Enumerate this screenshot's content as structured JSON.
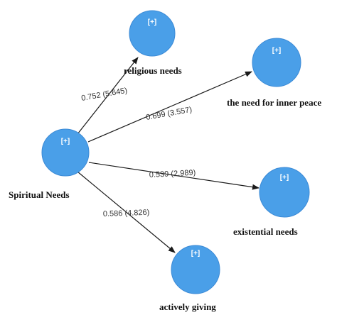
{
  "diagram": {
    "colors": {
      "node_fill": "#4a9fe8",
      "node_stroke": "#3b8ad6",
      "edge": "#1a1a1a",
      "label": "#111111",
      "coef": "#333333"
    },
    "nodes": {
      "spiritual": {
        "label": "Spiritual Needs",
        "expand": "[+]"
      },
      "religious": {
        "label": "religious needs",
        "expand": "[+]"
      },
      "inner_peace": {
        "label": "the need for inner peace",
        "expand": "[+]"
      },
      "existential": {
        "label": "existential needs",
        "expand": "[+]"
      },
      "giving": {
        "label": "actively giving",
        "expand": "[+]"
      }
    },
    "edges": [
      {
        "from": "spiritual",
        "to": "religious",
        "label": "0.752 (5.645)"
      },
      {
        "from": "spiritual",
        "to": "inner_peace",
        "label": "0.699 (3.557)"
      },
      {
        "from": "spiritual",
        "to": "existential",
        "label": "0.539 (2.989)"
      },
      {
        "from": "spiritual",
        "to": "giving",
        "label": "0.586 (4.826)"
      }
    ]
  }
}
